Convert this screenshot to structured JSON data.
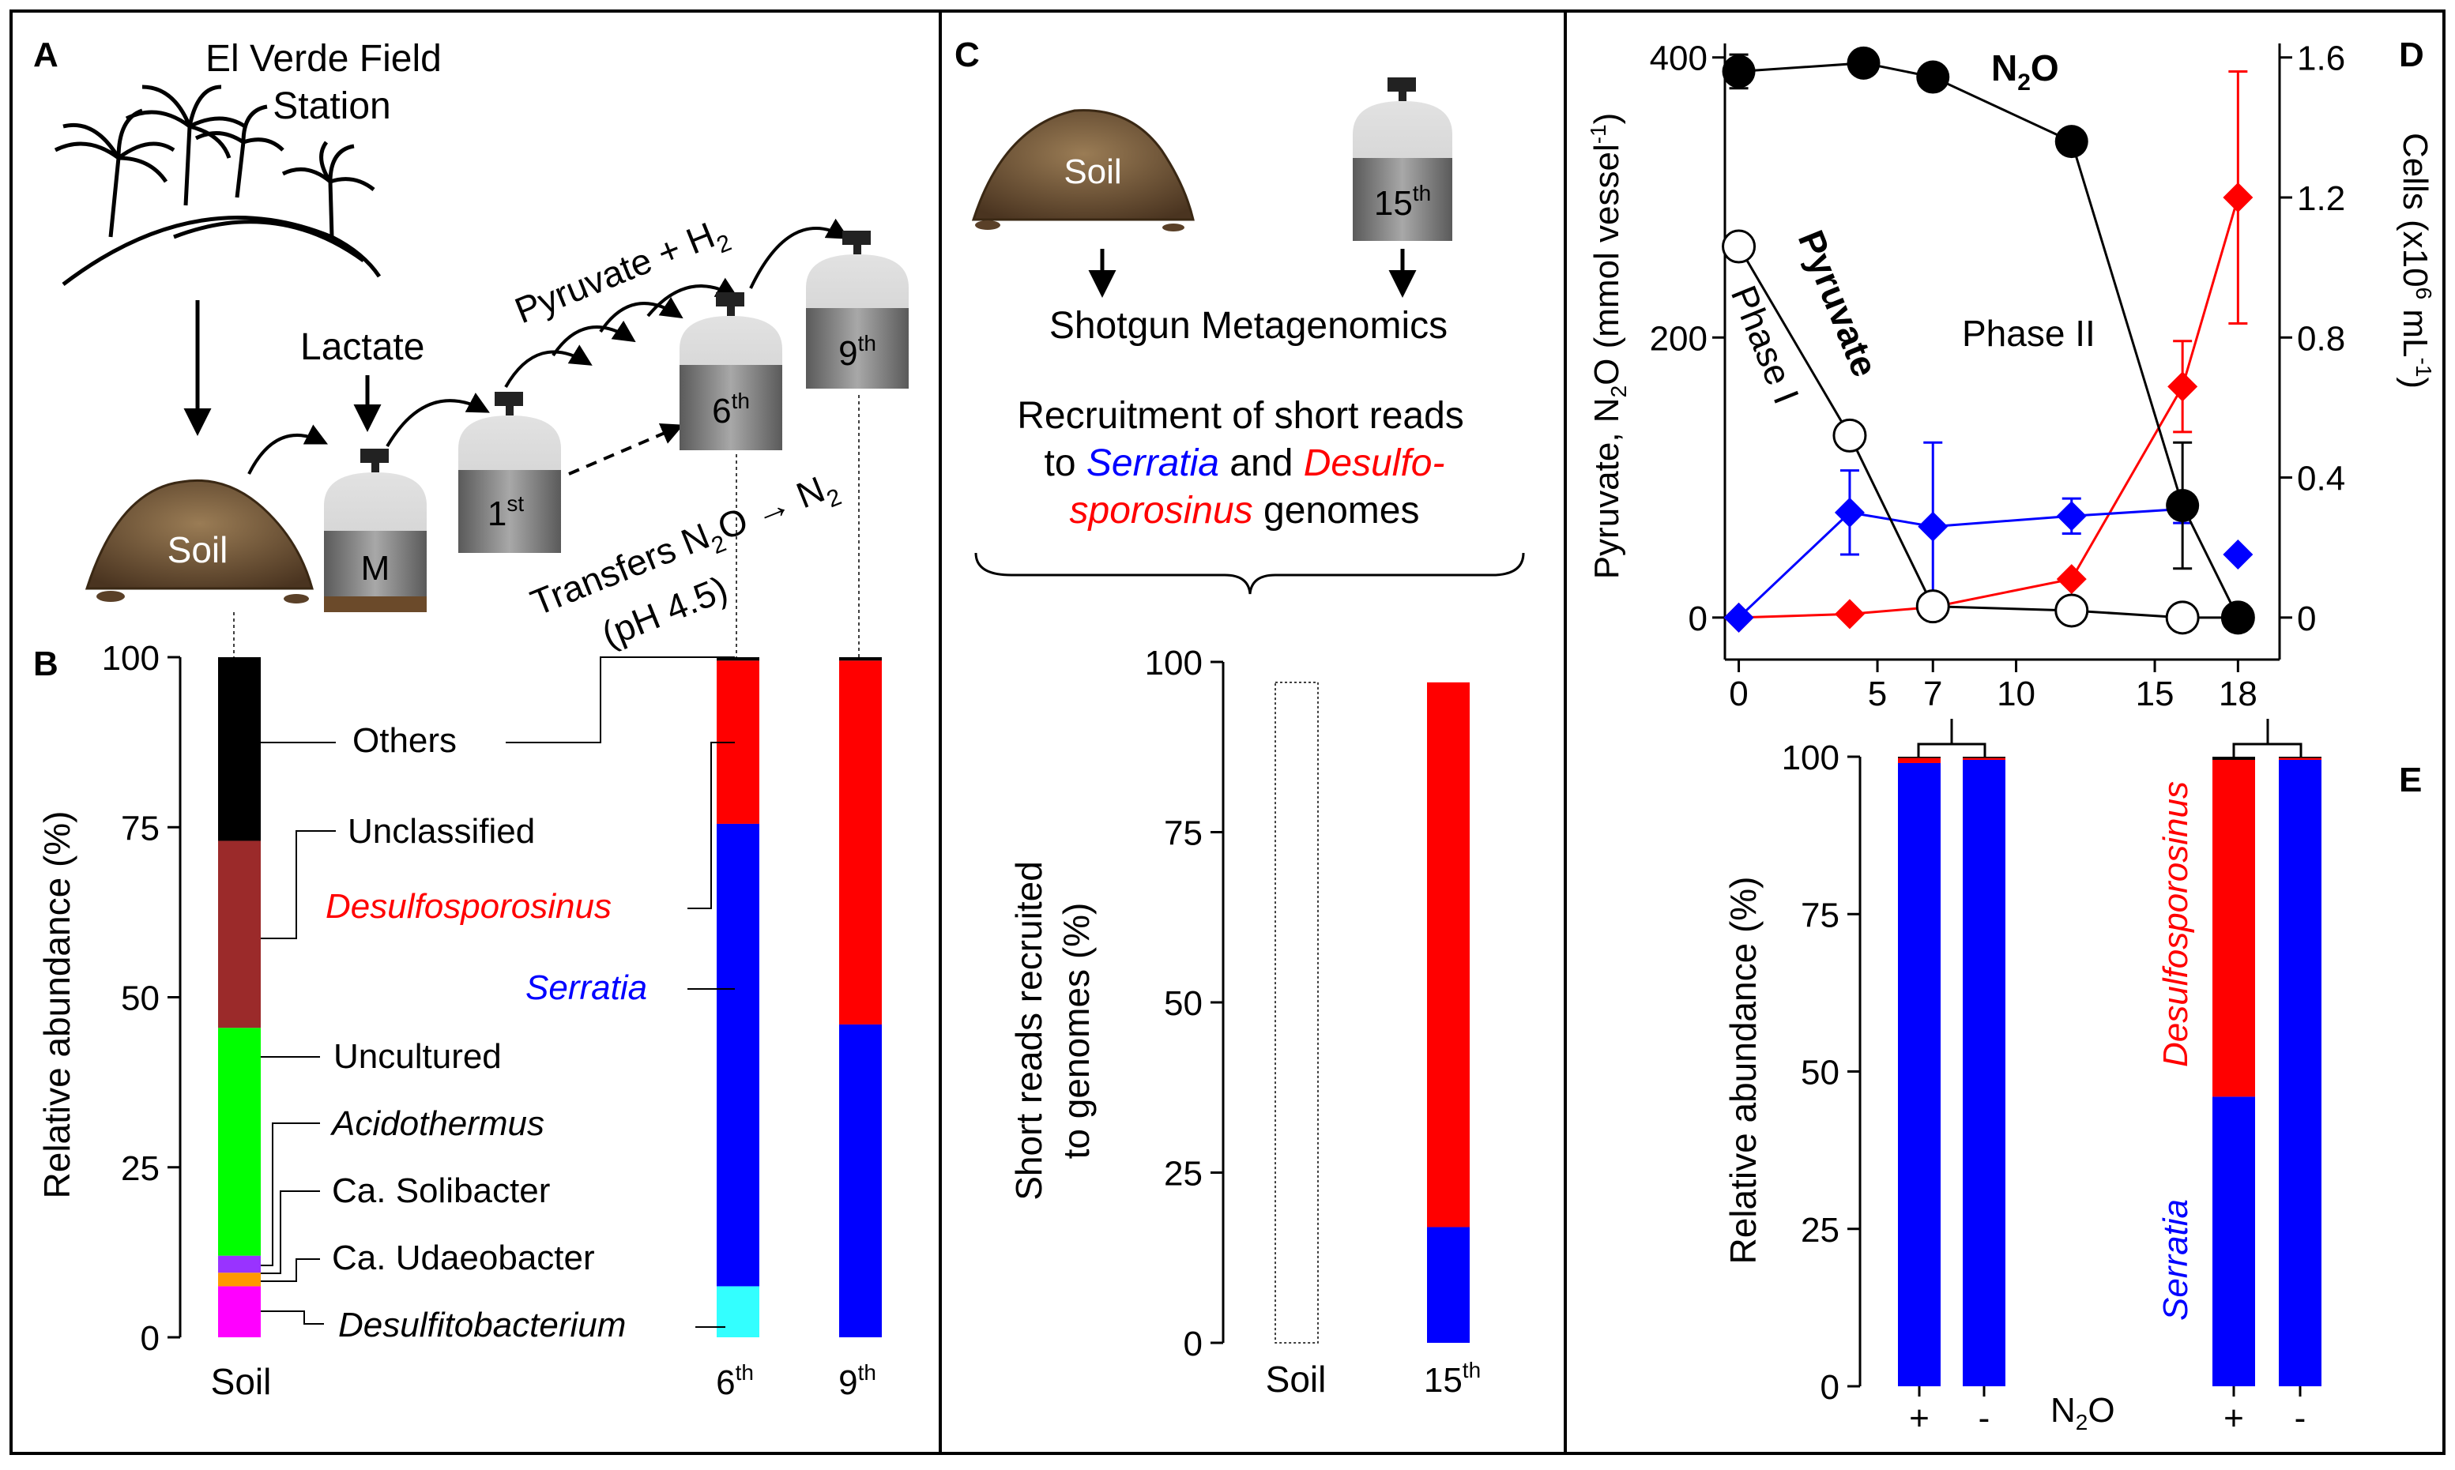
{
  "colors": {
    "black": "#000000",
    "red": "#ff0000",
    "blue": "#0000ff",
    "brown": "#9b2a2a",
    "green": "#00ff00",
    "purple": "#9933ff",
    "orange": "#ff9900",
    "magenta": "#ff00ff",
    "cyan": "#33ffff",
    "bottle_top": "#d4d4d4",
    "bottle_bottom": "#777777",
    "soil": "#7a6040"
  },
  "panelA": {
    "label": "A",
    "station_l1": "El Verde Field",
    "station_l2": "Station",
    "lactate": "Lactate",
    "pyruvate_h2": "Pyruvate + H",
    "h2_sub": "2",
    "soil": "Soil",
    "m": "M",
    "first": "1",
    "first_sup": "st",
    "sixth": "6",
    "sixth_sup": "th",
    "ninth": "9",
    "ninth_sup": "th",
    "transfers_pre": "Transfers N",
    "transfers_sub": "2",
    "transfers_mid": "O → N",
    "transfers_sub2": "2",
    "ph": "(pH 4.5)",
    "icons": [
      "palm-tree-icon",
      "soil-pile-icon",
      "bottle-icon"
    ]
  },
  "panelB": {
    "label": "B",
    "ylabel": "Relative abundance (%)",
    "yticks": [
      "0",
      "25",
      "50",
      "75",
      "100"
    ],
    "xlabels": {
      "soil": "Soil",
      "sixth": "6",
      "sixth_sup": "th",
      "ninth": "9",
      "ninth_sup": "th"
    },
    "legend": [
      "Others",
      "Unclassified",
      "Desulfosporosinus",
      "Serratia",
      "Uncultured",
      "Acidothermus",
      "Ca. Solibacter",
      "Ca. Udaeobacter",
      "Desulfitobacterium"
    ]
  },
  "panelC": {
    "label": "C",
    "soil": "Soil",
    "fifteenth": "15",
    "fifteenth_sup": "th",
    "shotgun": "Shotgun Metagenomics",
    "recruit_l1": "Recruitment of short reads",
    "recruit_l2_pre": "to ",
    "recruit_l2_serratia": "Serratia",
    "recruit_l2_mid": " and ",
    "recruit_l2_desulfo": "Desulfo-",
    "recruit_l3_desulfo": "sporosinus",
    "recruit_l3_post": " genomes",
    "ylabel_l1": "Short reads recruited",
    "ylabel_l2": "to genomes (%)",
    "yticks": [
      "0",
      "25",
      "50",
      "75",
      "100"
    ],
    "xlabels": {
      "soil": "Soil",
      "fifteenth": "15",
      "fifteenth_sup": "th"
    }
  },
  "panelD": {
    "label": "D",
    "ylabel_left": "Pyruvate, N",
    "ylabel_left_sub": "2",
    "ylabel_left_post": "O (mmol vessel",
    "ylabel_left_sup": "-1",
    "ylabel_left_end": ")",
    "ylabel_right": "Cells (x10",
    "ylabel_right_sup": "6",
    "ylabel_right_mid": " mL",
    "ylabel_right_sup2": "-1",
    "ylabel_right_end": ")",
    "yticks_left": [
      "0",
      "200",
      "400"
    ],
    "yticks_right": [
      "0",
      "0.4",
      "0.8",
      "1.2",
      "1.6"
    ],
    "xticks": [
      "0",
      "5",
      "7",
      "10",
      "15",
      "18"
    ],
    "n2o_label": "N",
    "n2o_sub": "2",
    "n2o_post": "O",
    "pyruvate_label": "Pyruvate",
    "phase1": "Phase I",
    "phase2": "Phase II"
  },
  "panelE": {
    "label": "E",
    "ylabel": "Relative abundance (%)",
    "yticks": [
      "0",
      "25",
      "50",
      "75",
      "100"
    ],
    "xlabels": [
      "+",
      "-",
      "+",
      "-"
    ],
    "n2o": "N",
    "n2o_sub": "2",
    "n2o_post": "O",
    "desulfo_label": "Desulfosporosinus",
    "serratia_label": "Serratia"
  },
  "chart_data": [
    {
      "panel": "B",
      "type": "bar",
      "categories": [
        "Soil",
        "6th",
        "9th"
      ],
      "ylabel": "Relative abundance (%)",
      "ylim": [
        0,
        100
      ],
      "stacked": true,
      "series": [
        {
          "name": "Desulfitobacterium",
          "color": "#ff00ff",
          "values": [
            7.5,
            0,
            0
          ]
        },
        {
          "name": "Ca. Udaeobacter",
          "color": "#ff9900",
          "values": [
            2,
            0,
            0
          ]
        },
        {
          "name": "Ca. Solibacter",
          "color": "#9933ff",
          "values": [
            2.5,
            0,
            0
          ]
        },
        {
          "name": "Acidothermus",
          "color": "#9933ff",
          "values": [
            0,
            0,
            0
          ]
        },
        {
          "name": "Uncultured",
          "color": "#00ff00",
          "values": [
            33.5,
            0,
            0
          ]
        },
        {
          "name": "Unclassified",
          "color": "#9b2a2a",
          "values": [
            27.5,
            0,
            0
          ]
        },
        {
          "name": "Others",
          "color": "#000000",
          "values": [
            27,
            0,
            0
          ]
        },
        {
          "name": "Desulfitobacterium",
          "color": "#33ffff",
          "values": [
            0,
            7.5,
            0
          ]
        },
        {
          "name": "Serratia",
          "color": "#0000ff",
          "values": [
            0,
            68,
            46
          ]
        },
        {
          "name": "Desulfosporosinus",
          "color": "#ff0000",
          "values": [
            0,
            24,
            53.5
          ]
        },
        {
          "name": "Others",
          "color": "#000000",
          "values": [
            0,
            0.5,
            0.5
          ]
        }
      ]
    },
    {
      "panel": "C",
      "type": "bar",
      "categories": [
        "Soil",
        "15th"
      ],
      "ylabel": "Short reads recruited to genomes (%)",
      "ylim": [
        0,
        100
      ],
      "stacked": true,
      "series": [
        {
          "name": "Serratia",
          "color": "#0000ff",
          "values": [
            0,
            17
          ]
        },
        {
          "name": "Desulfosporosinus",
          "color": "#ff0000",
          "values": [
            0,
            80
          ]
        }
      ]
    },
    {
      "panel": "D",
      "type": "line",
      "xticks": [
        0,
        5,
        7,
        10,
        15,
        18
      ],
      "xlim": [
        -0.5,
        19.5
      ],
      "ylim_left": [
        -30,
        410
      ],
      "ylim_right": [
        -0.12,
        1.64
      ],
      "series": [
        {
          "name": "N2O",
          "axis": "left",
          "marker": "filled-circle",
          "color": "#000000",
          "x": [
            0,
            4.5,
            7,
            12,
            16,
            18
          ],
          "y": [
            390,
            396,
            386,
            340,
            80,
            0
          ],
          "err": [
            12,
            0,
            0,
            0,
            45,
            0
          ]
        },
        {
          "name": "Pyruvate",
          "axis": "left",
          "marker": "open-circle",
          "color": "#000000",
          "x": [
            0,
            4,
            7,
            12,
            16,
            18
          ],
          "y": [
            265,
            130,
            8,
            5,
            0,
            0
          ]
        },
        {
          "name": "Serratia",
          "axis": "right",
          "marker": "diamond",
          "color": "#0000ff",
          "x": [
            0,
            4,
            7,
            12,
            16,
            18
          ],
          "y": [
            0,
            0.3,
            0.26,
            0.29,
            0.31,
            0.18
          ],
          "err": [
            0,
            0.12,
            0.24,
            0.05,
            0.04,
            0
          ]
        },
        {
          "name": "Desulfosporosinus",
          "axis": "right",
          "marker": "diamond",
          "color": "#ff0000",
          "x": [
            0,
            4,
            7,
            12,
            16,
            18
          ],
          "y": [
            0,
            0.01,
            0.03,
            0.11,
            0.66,
            1.2
          ],
          "err": [
            0,
            0,
            0,
            0,
            0.13,
            0.36
          ]
        }
      ]
    },
    {
      "panel": "E",
      "type": "bar",
      "categories": [
        "+",
        "-",
        "+",
        "-"
      ],
      "ylabel": "Relative abundance (%)",
      "ylim": [
        0,
        100
      ],
      "stacked": true,
      "series": [
        {
          "name": "Serratia",
          "color": "#0000ff",
          "values": [
            99,
            99.5,
            46,
            99.5
          ]
        },
        {
          "name": "Desulfosporosinus",
          "color": "#ff0000",
          "values": [
            0.8,
            0.3,
            53.5,
            0.3
          ]
        },
        {
          "name": "Others",
          "color": "#000000",
          "values": [
            0.2,
            0.2,
            0.5,
            0.2
          ]
        }
      ]
    }
  ]
}
